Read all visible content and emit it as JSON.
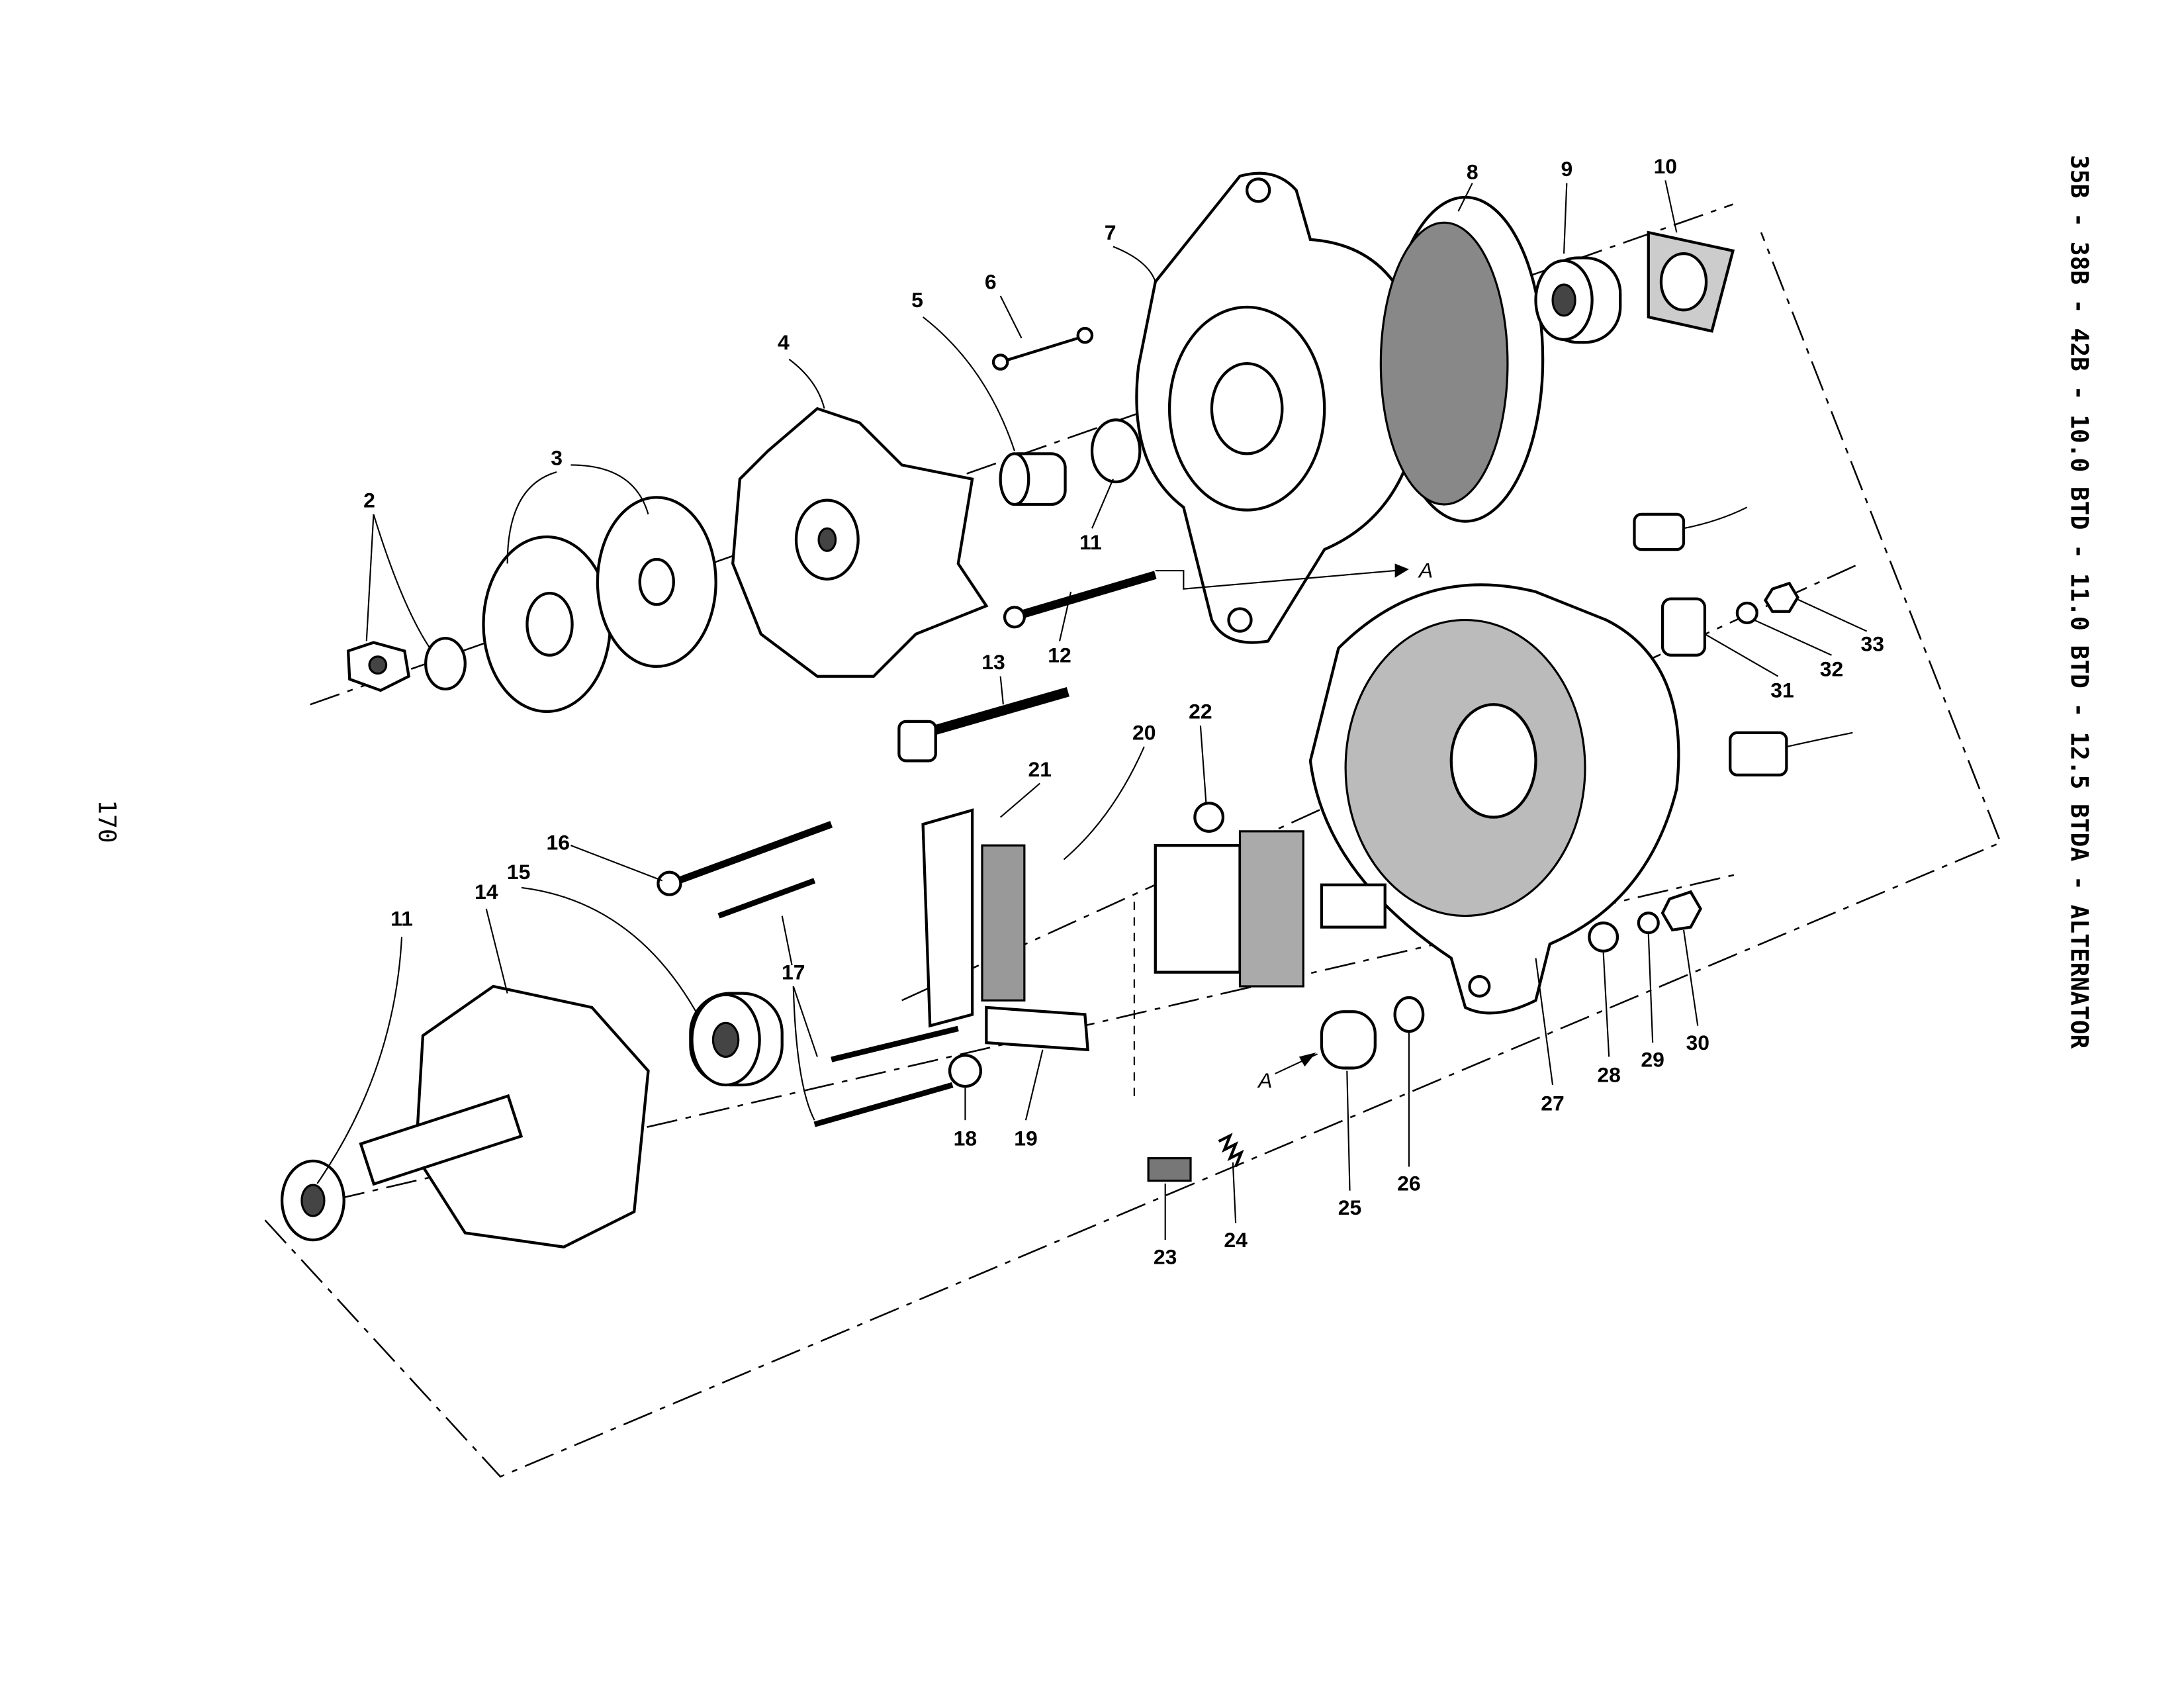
{
  "page": {
    "title": "35B - 38B - 42B - 10.0 BTD - 11.0 BTD - 12.5 BTDA - ALTERNATOR",
    "page_number": "170"
  },
  "callouts": {
    "c2": "2",
    "c3": "3",
    "c4": "4",
    "c5": "5",
    "c6": "6",
    "c7": "7",
    "c8": "8",
    "c9": "9",
    "c10": "10",
    "c11a": "11",
    "c11b": "11",
    "c12": "12",
    "c13": "13",
    "c14": "14",
    "c15": "15",
    "c16": "16",
    "c17": "17",
    "c18": "18",
    "c19": "19",
    "c20": "20",
    "c21": "21",
    "c22": "22",
    "c23": "23",
    "c24": "24",
    "c25": "25",
    "c26": "26",
    "c27": "27",
    "c28": "28",
    "c29": "29",
    "c30": "30",
    "c31": "31",
    "c32": "32",
    "c33": "33"
  },
  "markers": {
    "a1": "A",
    "a2": "A"
  }
}
